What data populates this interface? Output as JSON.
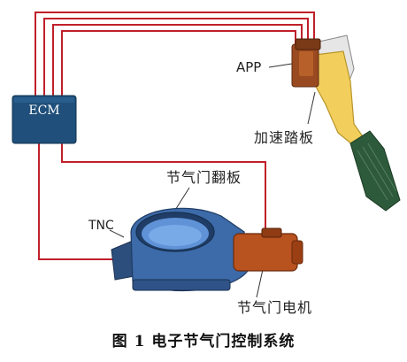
{
  "labels": {
    "ecm": "ECM",
    "app": "APP",
    "pedal": "加速踏板",
    "tnc": "TNC",
    "throttle_plate": "节气门翻板",
    "throttle_motor": "节气门电机"
  },
  "caption": "图 1  电子节气门控制系统",
  "colors": {
    "wire": "#c0202a",
    "ecm_box": "#1f4f7a",
    "throttle_body": "#3d6aa8",
    "motor": "#b8521f",
    "pedal_arm": "#f2cf5c",
    "pedal_pad": "#2d5a3a"
  }
}
